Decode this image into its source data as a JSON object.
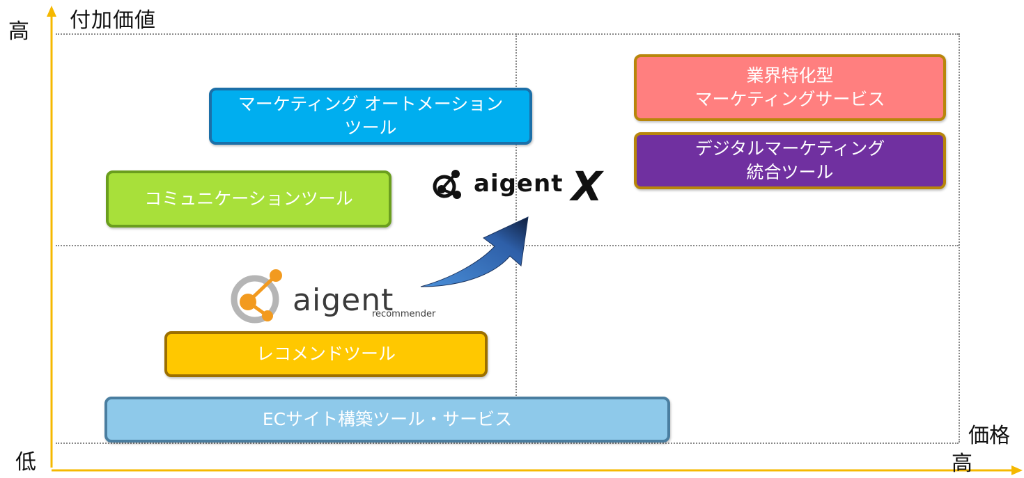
{
  "axes": {
    "y_title": "付加価値",
    "y_high": "高",
    "origin_low": "低",
    "x_title": "価格",
    "x_high": "高",
    "axis_color": "#F5B800"
  },
  "boxes": {
    "marketing_automation": {
      "text": "マーケティング オートメーション\nツール",
      "fill": "#00AEEF",
      "border": "#1B6FA8"
    },
    "communication": {
      "text": "コミュニケーションツール",
      "fill": "#A8E03A",
      "border": "#6A9E1E"
    },
    "industry_specific": {
      "text": "業界特化型\nマーケティングサービス",
      "fill": "#FF7F7F",
      "border": "#B8860B"
    },
    "digital_marketing": {
      "text": "デジタルマーケティング\n統合ツール",
      "fill": "#7030A0",
      "border": "#B8860B"
    },
    "recommend": {
      "text": "レコメンドツール",
      "fill": "#FFC800",
      "border": "#9C6F00"
    },
    "ec_site": {
      "text": "ECサイト構築ツール・サービス",
      "fill": "#8EC9EA",
      "border": "#4A7EA0"
    }
  },
  "logos": {
    "aigent_x": {
      "name": "aigent",
      "suffix": "X",
      "icon": "aigent-x-logo-icon"
    },
    "aigent_recommender": {
      "name": "aigent",
      "sub": "recommender",
      "icon": "aigent-recommender-logo-icon"
    }
  },
  "arrow": {
    "icon": "upward-arrow-icon",
    "color": "#2E5FA8"
  }
}
